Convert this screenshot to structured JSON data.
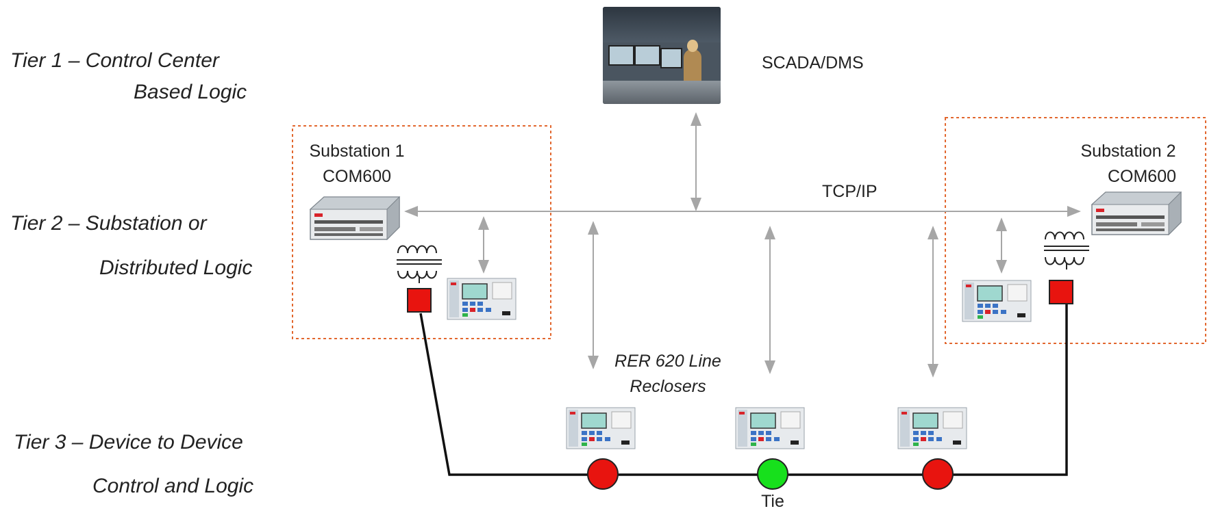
{
  "tiers": {
    "tier1_line1": "Tier 1 – Control Center",
    "tier1_line2": "Based Logic",
    "tier2_line1": "Tier 2 – Substation or",
    "tier2_line2": "Distributed Logic",
    "tier3_line1": "Tier 3 – Device to Device",
    "tier3_line2": "Control and Logic"
  },
  "scada_label": "SCADA/DMS",
  "network_label": "TCP/IP",
  "substation1": {
    "title": "Substation 1",
    "device": "COM600"
  },
  "substation2": {
    "title": "Substation 2",
    "device": "COM600"
  },
  "reclosers_label_line1": "RER 620 Line",
  "reclosers_label_line2": "Reclosers",
  "tie_label": "Tie",
  "colors": {
    "breaker_closed": "#e8140f",
    "breaker_open": "#17e01c",
    "substation_border": "#e2672e",
    "arrow": "#a6a6a6",
    "feeder_line": "#111111"
  }
}
